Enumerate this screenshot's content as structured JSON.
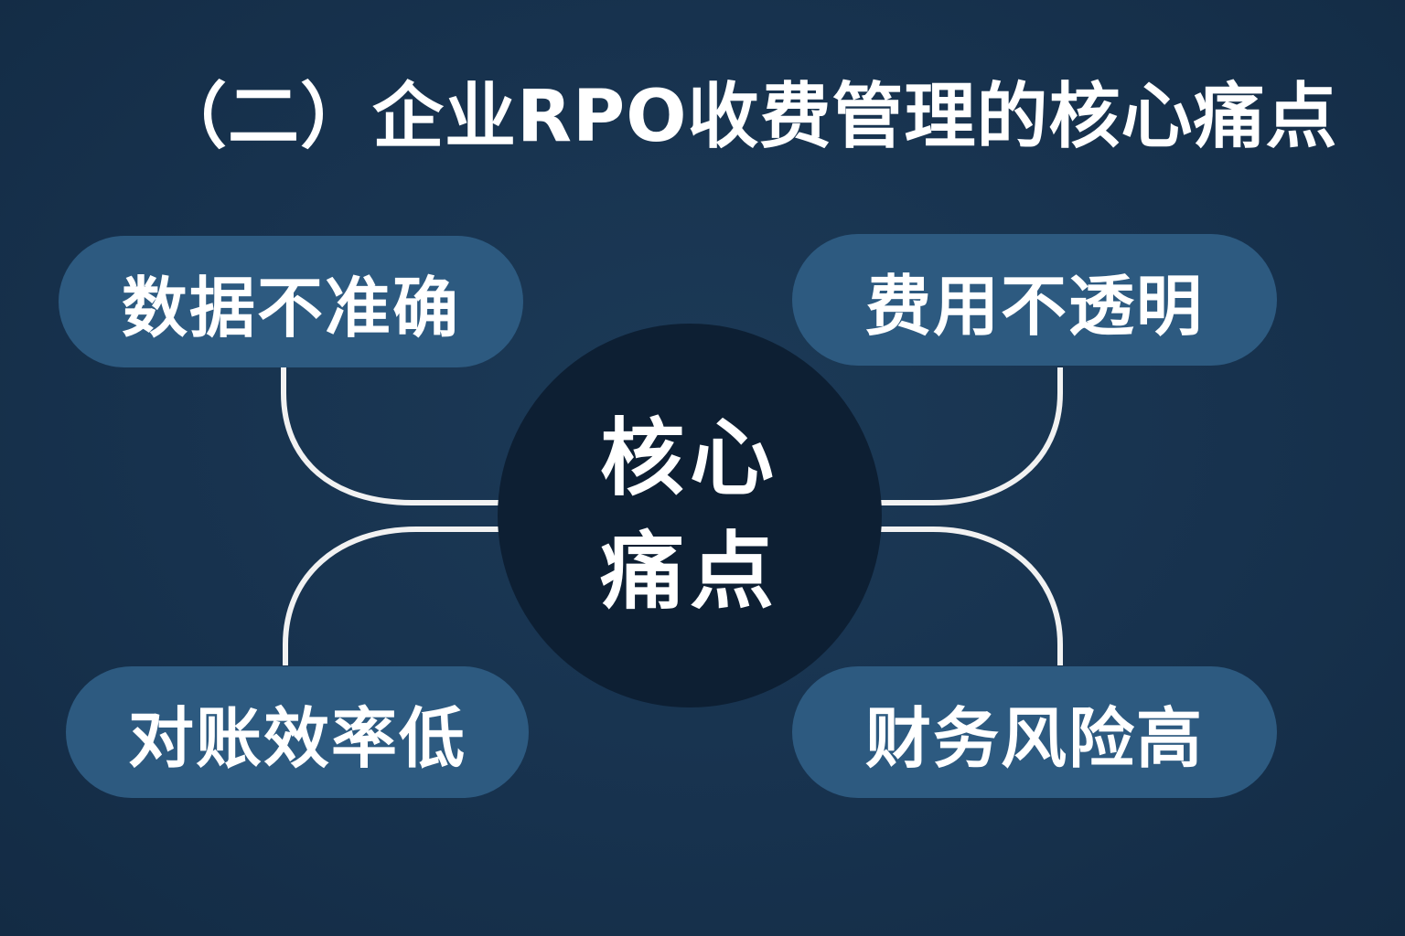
{
  "title": "（二）企业RPO收费管理的核心痛点",
  "center": {
    "line1": "核心",
    "line2": "痛点"
  },
  "nodes": {
    "top_left": "数据不准确",
    "top_right": "费用不透明",
    "bottom_left": "对账效率低",
    "bottom_right": "财务风险高"
  },
  "colors": {
    "background": "#17324e",
    "pill": "#2d5a80",
    "hub": "#0d1f33",
    "text": "#ffffff",
    "connector": "#f2f2f2"
  }
}
